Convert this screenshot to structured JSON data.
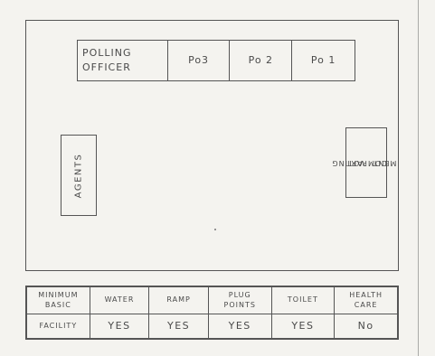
{
  "polling_table": {
    "label_line1": "POLLING",
    "label_line2": "OFFICER",
    "officers": [
      "Po3",
      "Po 2",
      "Po 1"
    ]
  },
  "agents_label": "AGENTS",
  "voting": {
    "line1": "VOTING",
    "line2": "COMPART",
    "line3": "MENT"
  },
  "facility": {
    "row_label_line1": "MINIMUM",
    "row_label_line2": "BASIC",
    "row_label_line3": "FACILITY",
    "headers": [
      {
        "line1": "WATER",
        "line2": ""
      },
      {
        "line1": "RAMP",
        "line2": ""
      },
      {
        "line1": "PLUG",
        "line2": "POINTS"
      },
      {
        "line1": "TOILET",
        "line2": ""
      },
      {
        "line1": "HEALTH",
        "line2": "CARE"
      }
    ],
    "values": [
      "YES",
      "YES",
      "YES",
      "YES",
      "No"
    ]
  }
}
